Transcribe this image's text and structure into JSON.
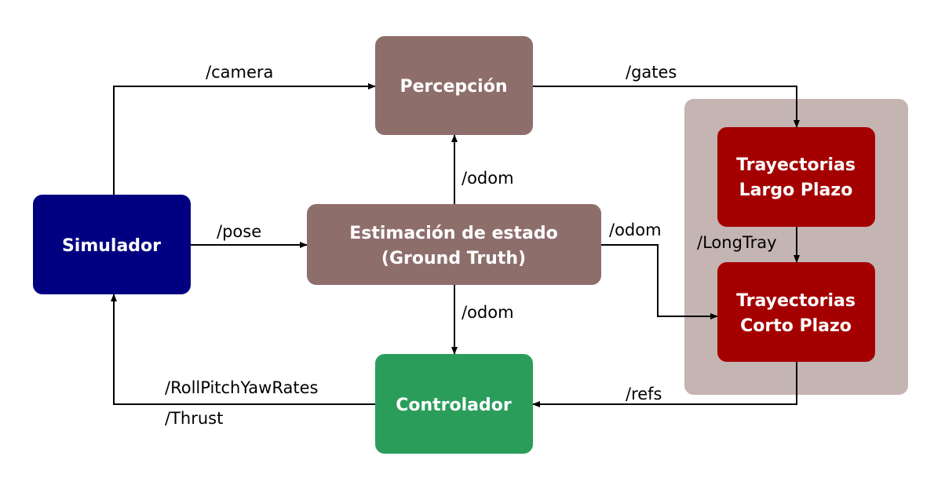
{
  "colors": {
    "simulator": "#000080",
    "state": "#8e6e6b",
    "perception": "#8e6e6b",
    "controller": "#2a9d5a",
    "trajectories": "#a50000",
    "group": "#c4b4b2"
  },
  "nodes": {
    "simulador": "Simulador",
    "percepcion": "Percepción",
    "estimacion_line1": "Estimación de estado",
    "estimacion_line2": "(Ground Truth)",
    "controlador": "Controlador",
    "tray_largo_line1": "Trayectorias",
    "tray_largo_line2": "Largo Plazo",
    "tray_corto_line1": "Trayectorias",
    "tray_corto_line2": "Corto Plazo"
  },
  "edges": {
    "camera": "/camera",
    "gates": "/gates",
    "odom_up": "/odom",
    "pose": "/pose",
    "odom_right": "/odom",
    "odom_down": "/odom",
    "longtray": "/LongTray",
    "refs": "/refs",
    "rates": "/RollPitchYawRates",
    "thrust": "/Thrust"
  }
}
